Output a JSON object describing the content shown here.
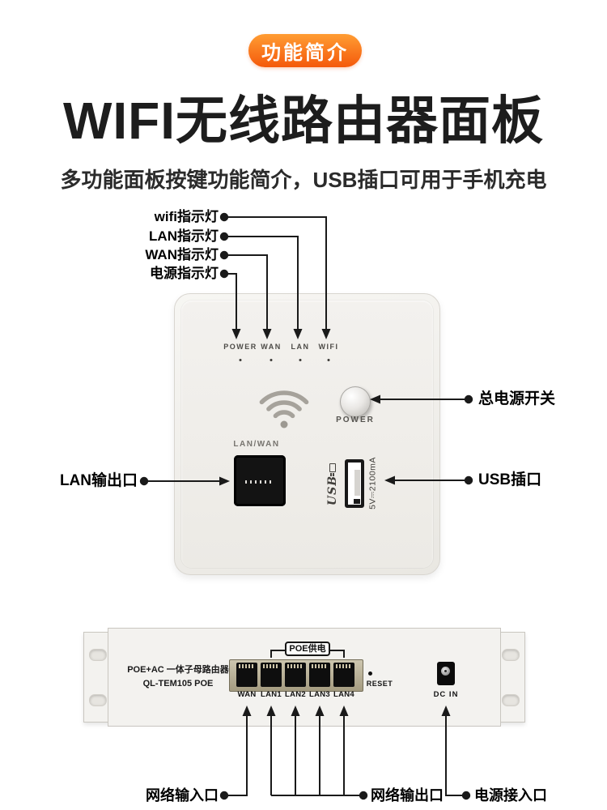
{
  "badge": {
    "label": "功能简介"
  },
  "header": {
    "title": "WIFI无线路由器面板",
    "subtitle": "多功能面板按键功能简介，USB插口可用于手机充电"
  },
  "annotations": {
    "wifi_led": "wifi指示灯",
    "lan_led": "LAN指示灯",
    "wan_led": "WAN指示灯",
    "power_led": "电源指示灯",
    "main_power_switch": "总电源开关",
    "lan_output": "LAN输出口",
    "usb_socket": "USB插口",
    "network_input": "网络输入口",
    "network_output": "网络输出口",
    "power_inlet": "电源接入口"
  },
  "panel": {
    "led_labels": [
      "POWER",
      "WAN",
      "LAN",
      "WIFI"
    ],
    "power_button_label": "POWER",
    "lan_wan_label": "LAN/WAN",
    "usb_logo": "USB",
    "usb_spec": "5V⎓2100mA"
  },
  "rack": {
    "model_line1": "POE+AC 一体子母路由器",
    "model_line2": "QL-TEM105 POE",
    "poe_label": "POE供电",
    "port_labels": [
      "WAN",
      "LAN1",
      "LAN2",
      "LAN3",
      "LAN4"
    ],
    "reset_label": "RESET",
    "dc_in_label": "DC IN"
  },
  "colors": {
    "badge_gradient_top": "#ff9d33",
    "badge_gradient_bottom": "#f4590b",
    "line_color": "#1a1a1a",
    "panel_face": "#f2f0ec",
    "port_bezel": "#b3aa92"
  }
}
